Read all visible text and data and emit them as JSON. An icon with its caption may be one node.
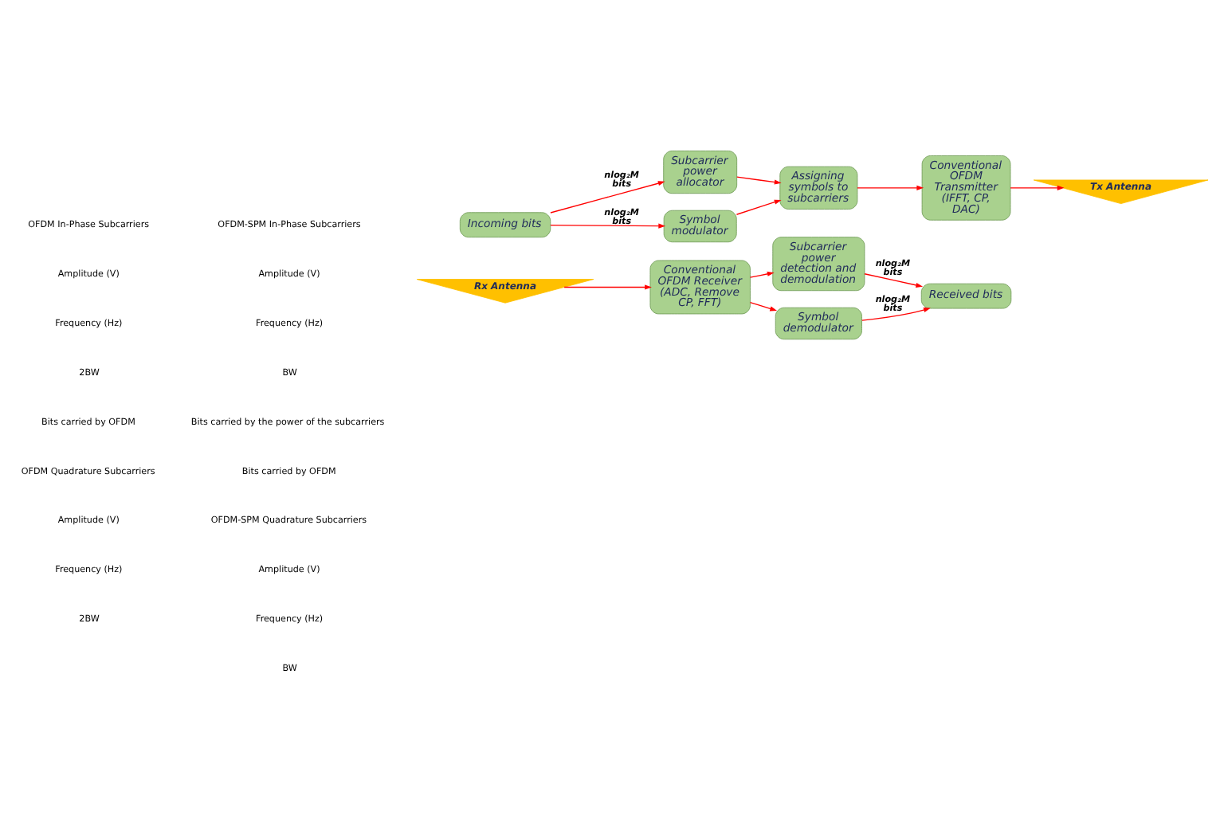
{
  "diagram": {
    "nodes": [
      {
        "text": [
          "Incoming bits"
        ]
      },
      {
        "text": [
          "Subcarrier power allocator"
        ]
      },
      {
        "text": [
          "Symbol modulator"
        ]
      },
      {
        "text": [
          "Assigning symbols to subcarriers"
        ]
      },
      {
        "text": [
          "Conventional OFDM Transmitter (IFFT, CP, DAC)"
        ]
      },
      {
        "text": [
          "Tx Antenna"
        ]
      },
      {
        "text": [
          "Rx Antenna"
        ]
      },
      {
        "text": [
          "Conventional OFDM Receiver (ADC, Remove CP, FFT)"
        ]
      },
      {
        "text": [
          "Subcarrier power detection and demodulation"
        ]
      },
      {
        "text": [
          "Symbol demodulator"
        ]
      },
      {
        "text": [
          "Received bits"
        ]
      }
    ],
    "edges": [
      {
        "from": 0,
        "to": 1,
        "arrow": "to",
        "label": "nlog₂M bits"
      },
      {
        "from": 0,
        "to": 2,
        "arrow": "to",
        "label": "nlog₂M bits"
      },
      {
        "from": 1,
        "to": 3,
        "arrow": "to"
      },
      {
        "from": 2,
        "to": 3,
        "arrow": "to"
      },
      {
        "from": 3,
        "to": 4,
        "arrow": "to"
      },
      {
        "from": 4,
        "to": 5,
        "arrow": "to"
      },
      {
        "from": 6,
        "to": 7,
        "arrow": "to"
      },
      {
        "from": 7,
        "to": 8,
        "arrow": "to"
      },
      {
        "from": 7,
        "to": 9,
        "arrow": "to"
      },
      {
        "from": 8,
        "to": 10,
        "arrow": "to",
        "label": "nlog₂M bits"
      },
      {
        "from": 9,
        "to": 10,
        "arrow": "to",
        "label": "nlog₂M bits"
      }
    ],
    "labels": [
      "OFDM In-Phase Subcarriers",
      "Amplitude (V)",
      "Frequency (Hz)",
      "2BW",
      "OFDM Quadrature Subcarriers",
      "Amplitude (V)",
      "Frequency (Hz)",
      "2BW",
      "OFDM-SPM In-Phase Subcarriers",
      "Amplitude (V)",
      "Frequency (Hz)",
      "BW",
      "OFDM-SPM Quadrature Subcarriers",
      "Amplitude (V)",
      "Frequency (Hz)",
      "BW"
    ],
    "legend": [
      {
        "text": "Bits carried by OFDM"
      },
      {
        "text": "Bits carried by the power of the subcarriers"
      },
      {
        "text": "Bits carried by OFDM"
      }
    ]
  }
}
